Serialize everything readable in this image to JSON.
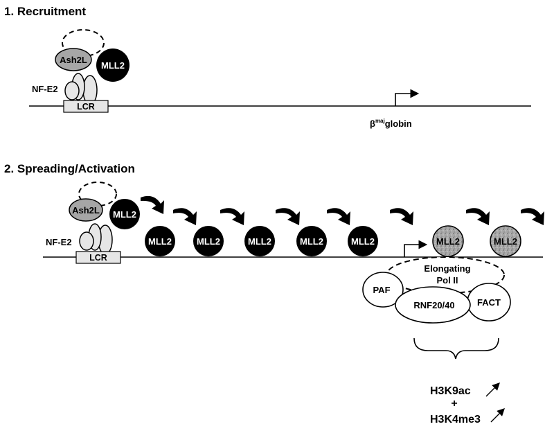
{
  "panel1": {
    "title": "1. Recruitment",
    "ash2l": "Ash2L",
    "mll2": "MLL2",
    "nfe2": "NF-E2",
    "lcr": "LCR",
    "gene_prefix": "β",
    "gene_superscript": "maj",
    "gene_suffix": "globin"
  },
  "panel2": {
    "title": "2. Spreading/Activation",
    "ash2l": "Ash2L",
    "mll2": "MLL2",
    "nfe2": "NF-E2",
    "lcr": "LCR",
    "spreading_mll2": [
      "MLL2",
      "MLL2",
      "MLL2",
      "MLL2",
      "MLL2"
    ],
    "associated_mll2": [
      "MLL2",
      "MLL2"
    ],
    "pol_line1": "Elongating",
    "pol_line2": "Pol II",
    "paf": "PAF",
    "rnf": "RNF20/40",
    "fact": "FACT",
    "mark1": "H3K9ac",
    "plus": "+",
    "mark2": "H3K4me3"
  },
  "colors": {
    "black_protein": "#000000",
    "ash2l_fill": "#a6a6a6",
    "nfe2_fill": "#e6e6e6",
    "lcr_fill": "#e6e6e6",
    "speckled_fill": "#9a9a9a"
  }
}
